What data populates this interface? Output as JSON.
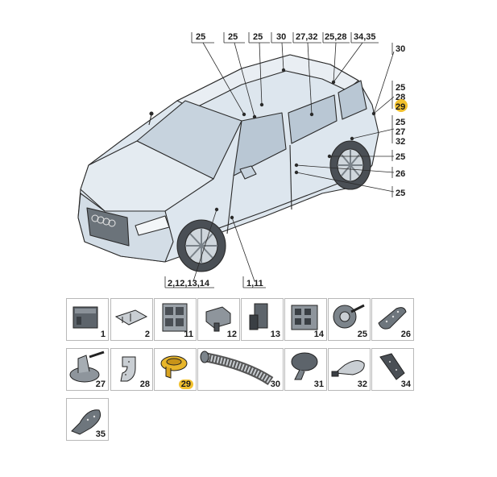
{
  "diagram": {
    "top_labels": [
      "25",
      "25",
      "25",
      "30",
      "27,32",
      "25,28",
      "34,35"
    ],
    "right_labels": {
      "label_30": "30",
      "stack_a": [
        "25",
        "28",
        "29"
      ],
      "stack_b": [
        "25",
        "27",
        "32"
      ],
      "label_25_mid": "25",
      "label_26": "26",
      "label_25_low": "25"
    },
    "bottom_labels": [
      "2,12,13,14",
      "1,11"
    ],
    "highlight_color": "#f2c12e"
  },
  "parts": [
    {
      "num": "1",
      "icon": "connector-housing-icon"
    },
    {
      "num": "2",
      "icon": "bracket-icon"
    },
    {
      "num": "11",
      "icon": "multi-pin-connector-icon"
    },
    {
      "num": "12",
      "icon": "plug-connector-icon"
    },
    {
      "num": "13",
      "icon": "angled-connector-icon"
    },
    {
      "num": "14",
      "icon": "contact-housing-icon"
    },
    {
      "num": "25",
      "icon": "grommet-icon"
    },
    {
      "num": "26",
      "icon": "foam-sleeve-icon"
    },
    {
      "num": "27",
      "icon": "cable-grommet-icon"
    },
    {
      "num": "28",
      "icon": "elbow-grommet-icon"
    },
    {
      "num": "29",
      "icon": "round-plug-icon",
      "highlight": true
    },
    {
      "num": "30",
      "icon": "corrugated-hose-icon"
    },
    {
      "num": "31",
      "icon": "rubber-boot-icon"
    },
    {
      "num": "32",
      "icon": "cone-boot-icon"
    },
    {
      "num": "34",
      "icon": "angled-boot-icon"
    },
    {
      "num": "35",
      "icon": "cable-sleeve-icon"
    }
  ]
}
